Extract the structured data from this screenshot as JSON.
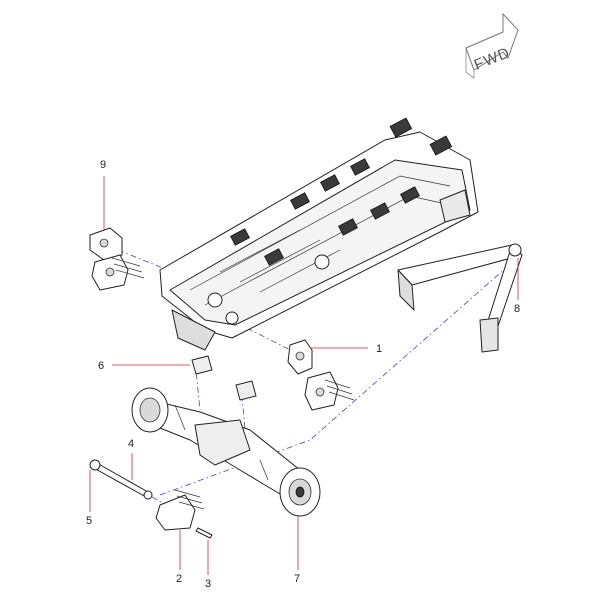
{
  "fwd_label": "FWD",
  "callouts": [
    {
      "id": "1",
      "label": "1"
    },
    {
      "id": "2",
      "label": "2"
    },
    {
      "id": "3",
      "label": "3"
    },
    {
      "id": "4",
      "label": "4"
    },
    {
      "id": "5",
      "label": "5"
    },
    {
      "id": "6",
      "label": "6"
    },
    {
      "id": "7",
      "label": "7"
    },
    {
      "id": "8",
      "label": "8"
    },
    {
      "id": "9",
      "label": "9"
    }
  ],
  "colors": {
    "leader": "#d6253b",
    "centerline": "#3b4fb0",
    "linework": "#222222"
  }
}
